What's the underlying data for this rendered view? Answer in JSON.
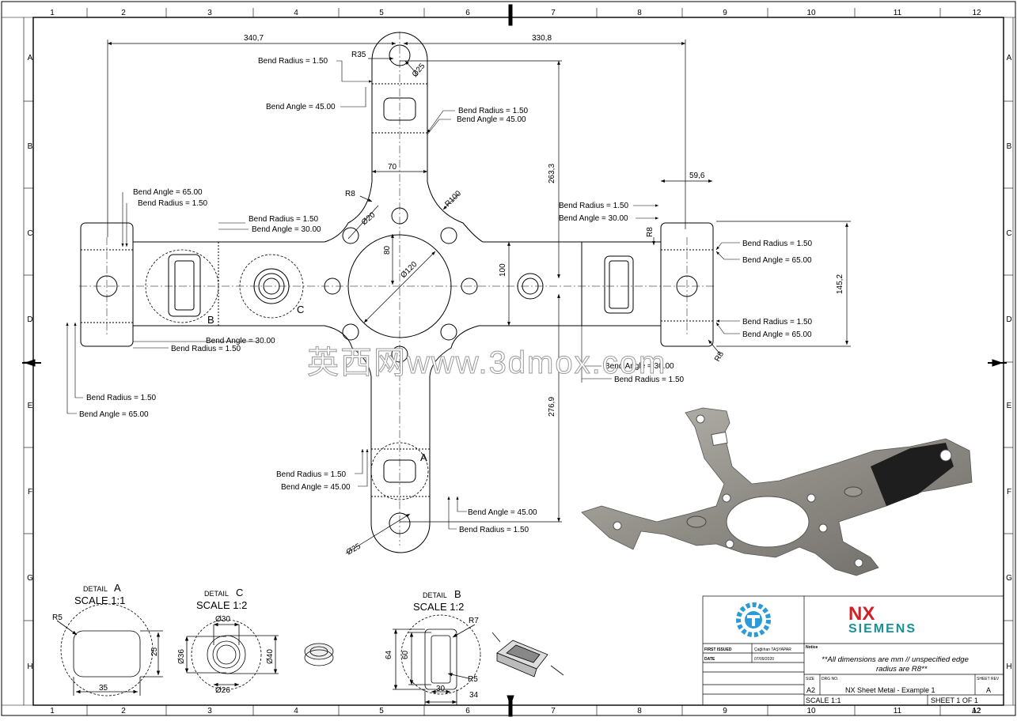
{
  "grid": {
    "cols": [
      "1",
      "2",
      "3",
      "4",
      "5",
      "6",
      "7",
      "8",
      "9",
      "10",
      "11",
      "12"
    ],
    "rows": [
      "A",
      "B",
      "C",
      "D",
      "E",
      "F",
      "G",
      "H"
    ]
  },
  "dims": {
    "d340": "340,7",
    "d330": "330,8",
    "d263": "263,3",
    "d276": "276,9",
    "d145": "145,2",
    "d59": "59,6",
    "d70": "70",
    "d80": "80",
    "d100": "100",
    "r35": "R35",
    "r8a": "R8",
    "r8b": "R8",
    "r8c": "R8",
    "r100": "R100",
    "dia25a": "Ø25",
    "dia25b": "Ø25",
    "dia20": "Ø20",
    "dia120": "Ø120"
  },
  "bends": {
    "t1": "Bend Radius = 1.50",
    "t2": "Bend Angle = 45.00",
    "t3": "Bend Radius = 1.50",
    "t4": "Bend Angle = 45.00",
    "l1": "Bend Angle = 65.00",
    "l2": "Bend Radius = 1.50",
    "l3": "Bend Radius = 1.50",
    "l4": "Bend Angle = 30.00",
    "l5": "Bend Angle = 30.00",
    "l6": "Bend Radius = 1.50",
    "l7": "Bend Radius = 1.50",
    "l8": "Bend Angle = 65.00",
    "r1": "Bend Radius = 1.50",
    "r2": "Bend Angle = 30.00",
    "r3": "Bend Radius = 1.50",
    "r4": "Bend Angle = 65.00",
    "r5": "Bend Radius = 1.50",
    "r6": "Bend Angle = 65.00",
    "r7": "Bend Angle = 30.00",
    "r8": "Bend Radius = 1.50",
    "b1": "Bend Radius = 1.50",
    "b2": "Bend Angle = 45.00",
    "b3": "Bend Angle = 45.00",
    "b4": "Bend Radius = 1.50"
  },
  "markers": {
    "a": "A",
    "b": "B",
    "c": "C"
  },
  "watermark": "英西网www.3dmox.com",
  "details": {
    "a": {
      "title": "DETAIL",
      "letter": "A",
      "scale": "SCALE 1:1",
      "r": "R5",
      "h": "25",
      "w": "35"
    },
    "c": {
      "title": "DETAIL",
      "letter": "C",
      "scale": "SCALE 1:2",
      "top": "Ø30",
      "left": "Ø36",
      "right": "Ø40",
      "bottom": "Ø26"
    },
    "b": {
      "title": "DETAIL",
      "letter": "B",
      "scale": "SCALE 1:2",
      "r7": "R7",
      "r5": "R5",
      "h64": "64",
      "h60": "60",
      "w30": "30",
      "w34": "34"
    }
  },
  "title_block": {
    "brand_top": "NX",
    "brand_bottom": "SIEMENS",
    "first_issued_label": "FIRST ISSUED",
    "first_issued_value": "Çağlıhan TAŞYAPAR",
    "date_label": "DATE",
    "date_value": "07/09/2020",
    "notice_label": "Notice",
    "notice_text_1": "**All dimensions are mm // unspecified edge",
    "notice_text_2": "radius are R8**",
    "size_label": "SIZE",
    "size_value": "A2",
    "dwg_label": "DRG NO.",
    "dwg_value": "NX Sheet Metal - Example 1",
    "rev_label": "SHEET REV",
    "rev_value": "A",
    "scale_value": "SCALE 1:1",
    "sheet_value": "SHEET 1 OF 1",
    "format_value": "A2"
  },
  "colors": {
    "line": "#000000",
    "brand_red": "#d21f26",
    "brand_teal": "#1a8f9a",
    "logo_blue": "#2a9bd6"
  }
}
